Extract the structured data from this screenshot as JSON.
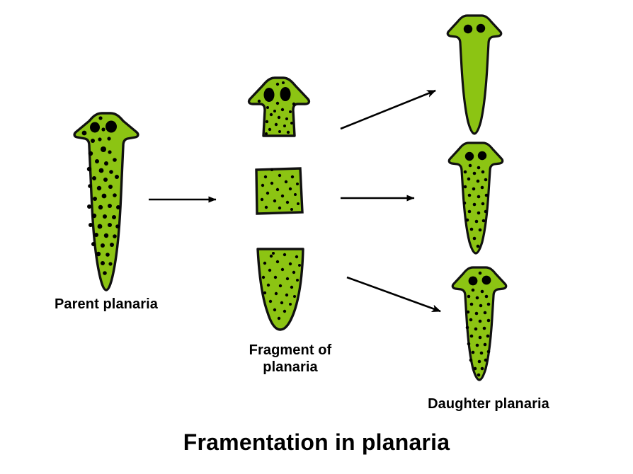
{
  "figure": {
    "title": "Framentation in planaria",
    "background_color": "#ffffff"
  },
  "colors": {
    "body_fill": "#8CC413",
    "outline": "#111111",
    "spot": "#000000",
    "eye": "#000000",
    "arrow": "#000000",
    "text": "#000000"
  },
  "labels": {
    "parent": "Parent planaria",
    "fragment": "Fragment of\nplanaria",
    "daughter": "Daughter planaria"
  },
  "organisms": {
    "parent": {
      "name": "Parent planaria",
      "eyes": 2,
      "has_body_spots": true,
      "stage": "intact adult"
    },
    "fragments": [
      {
        "name": "head fragment",
        "eyes": 2,
        "has_body_spots": true,
        "shape": "arrow-head with auricles"
      },
      {
        "name": "middle fragment",
        "eyes": 0,
        "has_body_spots": true,
        "shape": "quadrilateral block"
      },
      {
        "name": "tail fragment",
        "eyes": 0,
        "has_body_spots": true,
        "shape": "flat-topped taper"
      }
    ],
    "daughters": [
      {
        "name": "daughter planaria 1",
        "eyes": 2,
        "has_body_spots": false
      },
      {
        "name": "daughter planaria 2",
        "eyes": 2,
        "has_body_spots": true
      },
      {
        "name": "daughter planaria 3",
        "eyes": 2,
        "has_body_spots": true
      }
    ]
  },
  "arrows": [
    {
      "name": "parent-to-fragments",
      "direction": "right",
      "from": "parent planaria",
      "to": "fragment of planaria"
    },
    {
      "name": "head-fragment-to-daughter-1",
      "direction": "up-right",
      "from": "head fragment",
      "to": "daughter planaria 1"
    },
    {
      "name": "middle-fragment-to-daughter-2",
      "direction": "right",
      "from": "middle fragment",
      "to": "daughter planaria 2"
    },
    {
      "name": "tail-fragment-to-daughter-3",
      "direction": "down-right",
      "from": "tail fragment",
      "to": "daughter planaria 3"
    }
  ]
}
